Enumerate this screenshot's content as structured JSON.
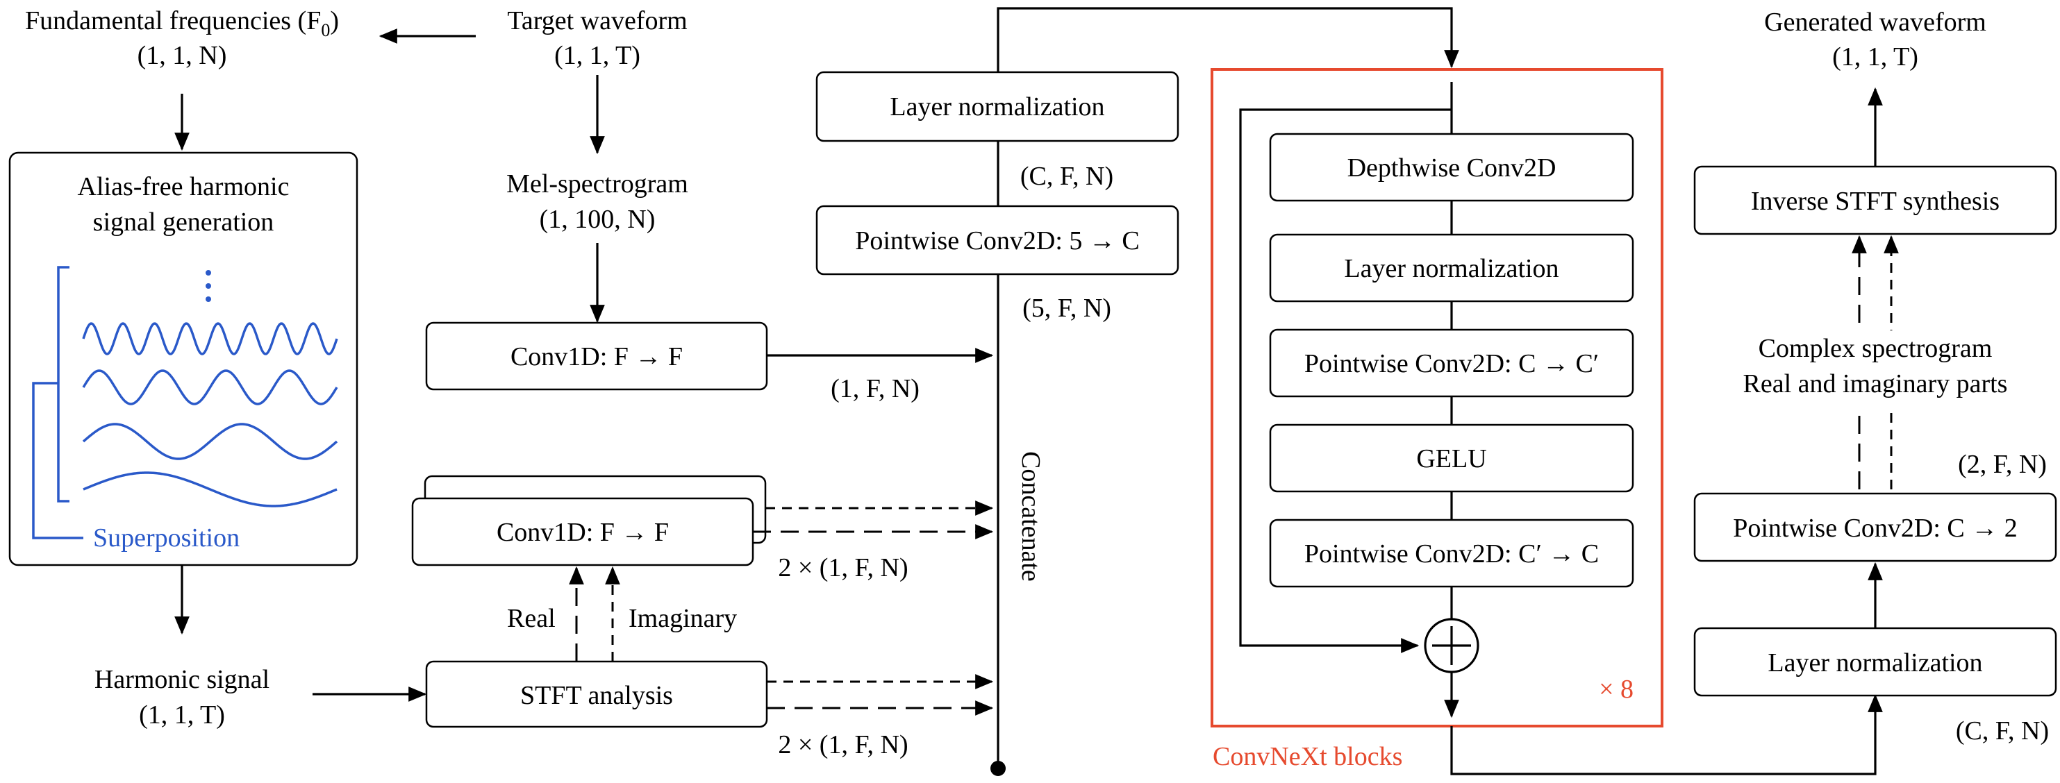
{
  "left": {
    "f0_title": "Fundamental frequencies (F",
    "f0_sub": "0",
    "f0_close": ")",
    "f0_shape": "(1, 1, N)",
    "target_title": "Target waveform",
    "target_shape": "(1, 1, T)",
    "alias_title_1": "Alias-free harmonic",
    "alias_title_2": "signal generation",
    "superposition": "Superposition",
    "harmonic_title": "Harmonic signal",
    "harmonic_shape": "(1, 1, T)",
    "mel_title": "Mel-spectrogram",
    "mel_shape": "(1, 100, N)"
  },
  "mid": {
    "conv1d_top": "Conv1D: F → F",
    "conv1d_top_shape": "(1, F, N)",
    "conv1d_stack": "Conv1D: F → F",
    "conv1d_stack_shape": "2 × (1, F, N)",
    "real_label": "Real",
    "imag_label": "Imaginary",
    "stft_analysis": "STFT analysis",
    "stft_shape": "2 × (1, F, N)",
    "concatenate": "Concatenate",
    "layer_norm": "Layer normalization",
    "ln_shape": "(C, F, N)",
    "pw_conv": "Pointwise Conv2D: 5 → C",
    "pw_shape": "(5, F, N)"
  },
  "convnext": {
    "depthwise": "Depthwise Conv2D",
    "layer_norm": "Layer normalization",
    "pw1": "Pointwise Conv2D: C → C′",
    "gelu": "GELU",
    "pw2": "Pointwise Conv2D: C′ → C",
    "repeat": "× 8",
    "caption": "ConvNeXt blocks"
  },
  "right": {
    "gen_title": "Generated waveform",
    "gen_shape": "(1, 1, T)",
    "istft": "Inverse STFT synthesis",
    "complex_1": "Complex spectrogram",
    "complex_2": "Real and imaginary parts",
    "shape_2fn": "(2, F, N)",
    "pw_out": "Pointwise Conv2D: C → 2",
    "layer_norm": "Layer normalization",
    "cfn_shape": "(C, F, N)"
  },
  "colors": {
    "wave_blue": "#2a59c9",
    "convnext_red": "#e64a2e",
    "line": "#000000"
  }
}
